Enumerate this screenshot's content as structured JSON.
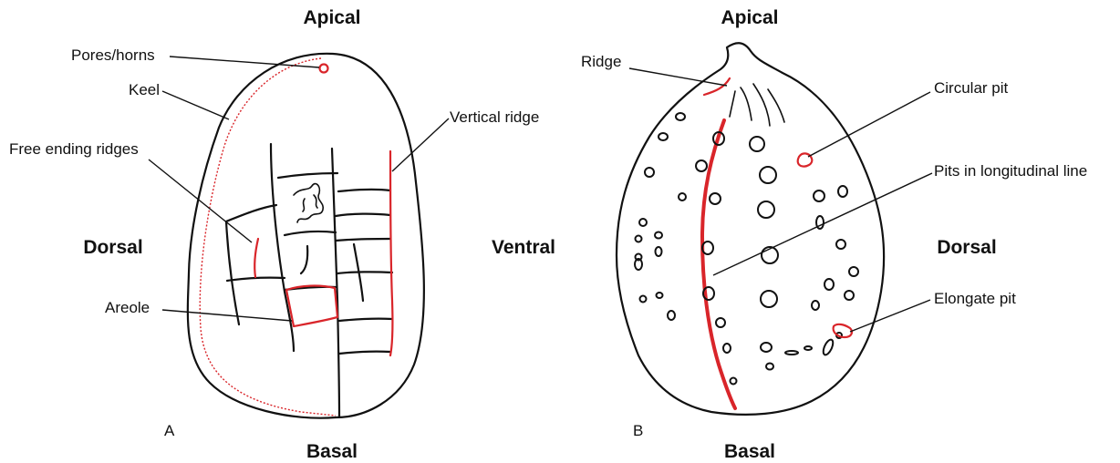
{
  "colors": {
    "ink": "#111111",
    "highlight": "#d9252a",
    "background": "#ffffff"
  },
  "panel_a": {
    "orientation": {
      "top": "Apical",
      "bottom": "Basal",
      "left": "Dorsal",
      "right": "Ventral"
    },
    "panel_letter": "A",
    "labels": {
      "pores_horns": "Pores/horns",
      "keel": "Keel",
      "free_ending_ridges": "Free ending ridges",
      "vertical_ridge": "Vertical ridge",
      "areole": "Areole"
    }
  },
  "panel_b": {
    "orientation": {
      "top": "Apical",
      "bottom": "Basal",
      "right": "Dorsal"
    },
    "panel_letter": "B",
    "labels": {
      "ridge": "Ridge",
      "circular_pit": "Circular pit",
      "pits_longitudinal": "Pits in longitudinal line",
      "elongate_pit": "Elongate pit"
    }
  }
}
